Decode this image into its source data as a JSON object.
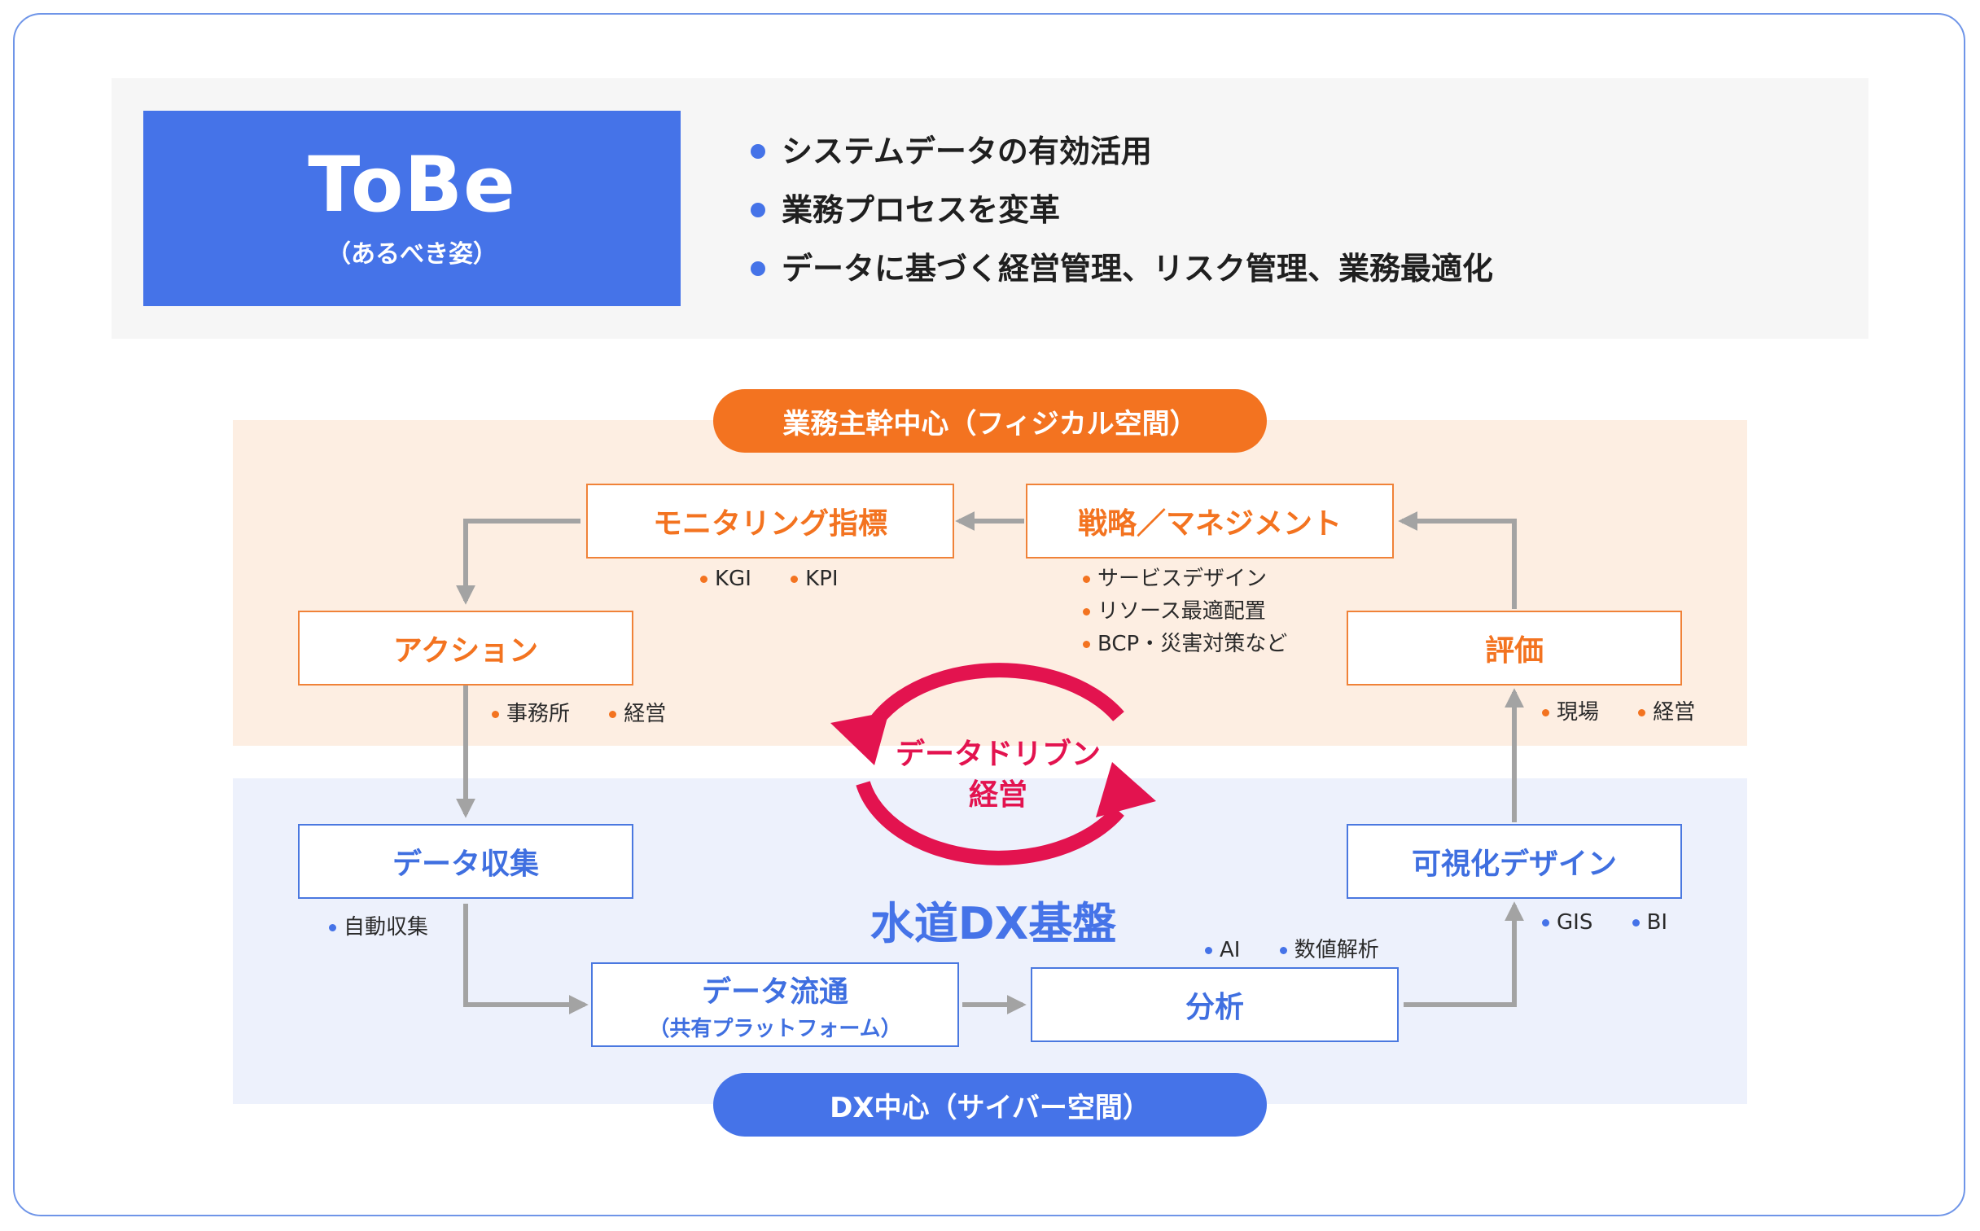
{
  "tobe": {
    "title": "ToBe",
    "subtitle": "（あるべき姿）"
  },
  "goals": [
    "システムデータの有効活用",
    "業務プロセスを変革",
    "データに基づく経営管理、リスク管理、業務最適化"
  ],
  "zones": {
    "physical_label": "業務主幹中心（フィジカル空間）",
    "cyber_label": "DX中心（サイバー空間）"
  },
  "nodes": {
    "monitoring": "モニタリング指標",
    "strategy": "戦略／マネジメント",
    "action": "アクション",
    "evaluation": "評価",
    "data_collection": "データ収集",
    "visualization": "可視化デザイン",
    "data_flow": "データ流通",
    "data_flow_sub": "（共有プラットフォーム）",
    "analysis": "分析"
  },
  "tags": {
    "monitoring": [
      "KGI",
      "KPI"
    ],
    "strategy": [
      "サービスデザイン",
      "リソース最適配置",
      "BCP・災害対策など"
    ],
    "action": [
      "事務所",
      "経営"
    ],
    "evaluation": [
      "現場",
      "経営"
    ],
    "data_collection": [
      "自動収集"
    ],
    "analysis": [
      "AI",
      "数値解析"
    ],
    "visualization": [
      "GIS",
      "BI"
    ]
  },
  "center": {
    "cycle_line1": "データドリブン",
    "cycle_line2": "経営",
    "platform": "水道DX基盤"
  },
  "colors": {
    "accent_blue": "#4573e8",
    "accent_orange": "#f37320",
    "cycle_red": "#e3134f",
    "physical_bg": "#fdeee2",
    "cyber_bg": "#edf1fc",
    "arrow_gray": "#a3a3a3"
  }
}
